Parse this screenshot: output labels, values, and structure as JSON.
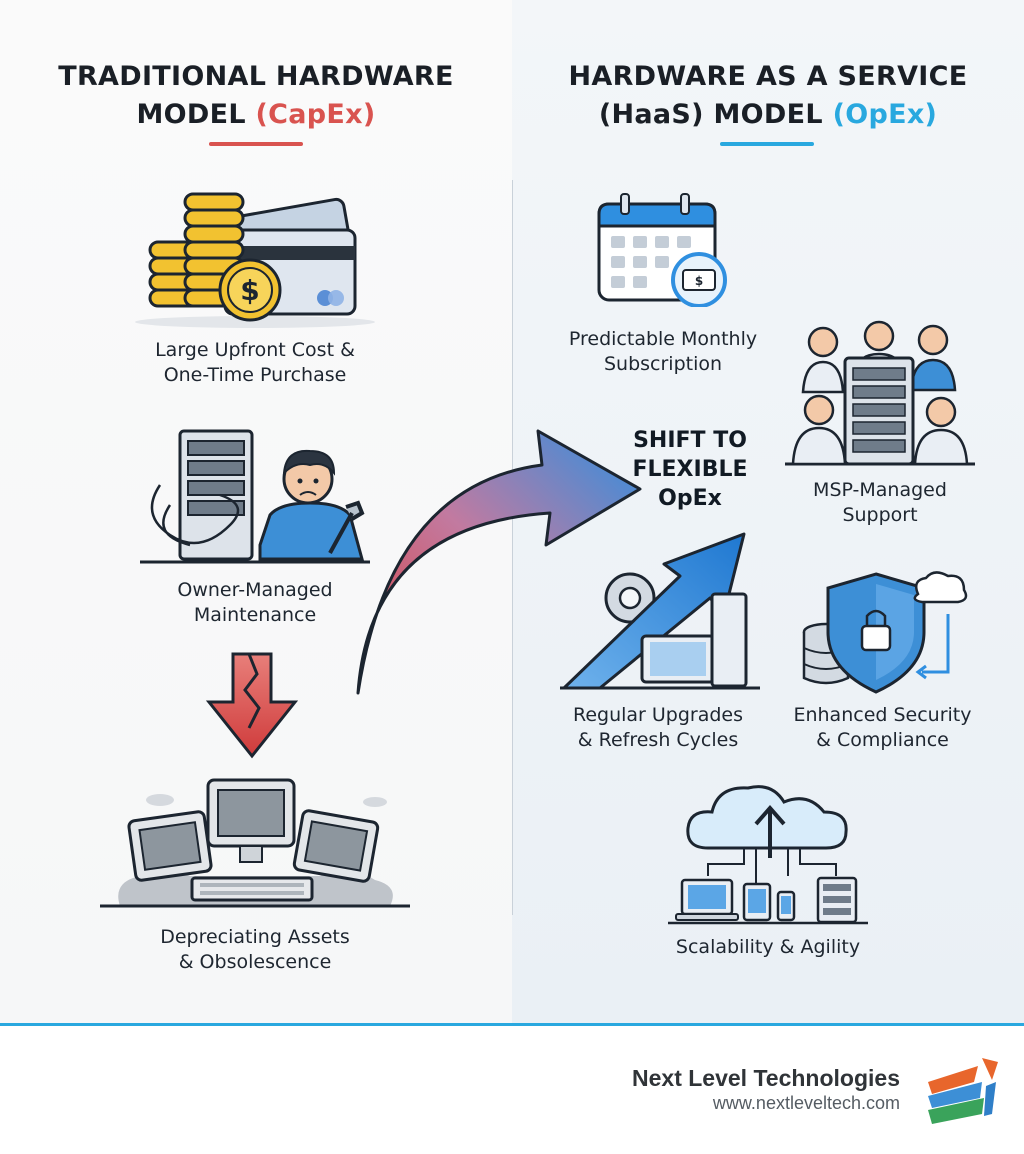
{
  "left": {
    "heading_line1": "TRADITIONAL HARDWARE",
    "heading_line2": "MODEL",
    "heading_accent": "(CapEx)",
    "items": [
      {
        "line1": "Large Upfront Cost &",
        "line2": "One-Time Purchase"
      },
      {
        "line1": "Owner-Managed",
        "line2": "Maintenance"
      },
      {
        "line1": "Depreciating Assets",
        "line2": "& Obsolescence"
      }
    ]
  },
  "right": {
    "heading_line1": "HARDWARE AS A SERVICE",
    "heading_line2": "(HaaS) MODEL",
    "heading_accent": "(OpEx)",
    "items": [
      {
        "line1": "Predictable Monthly",
        "line2": "Subscription"
      },
      {
        "line1": "MSP-Managed",
        "line2": "Support"
      },
      {
        "line1": "Regular Upgrades",
        "line2": "& Refresh Cycles"
      },
      {
        "line1": "Enhanced Security",
        "line2": "& Compliance"
      },
      {
        "line1": "Scalability & Agility",
        "line2": ""
      }
    ]
  },
  "center": {
    "line1": "SHIFT TO",
    "line2": "FLEXIBLE",
    "line3": "OpEx"
  },
  "footer": {
    "company": "Next Level Technologies",
    "url": "www.nextleveltech.com"
  },
  "colors": {
    "capex_accent": "#d9534f",
    "opex_accent": "#29a8df",
    "footer_rule": "#29a8df"
  },
  "icons": [
    "coins-credit-card-icon",
    "server-technician-icon",
    "broken-down-arrow-icon",
    "obsolete-computers-icon",
    "shift-arrow-icon",
    "calendar-subscription-icon",
    "support-team-icon",
    "upgrade-arrow-icon",
    "security-shield-icon",
    "cloud-devices-icon",
    "company-logo"
  ]
}
